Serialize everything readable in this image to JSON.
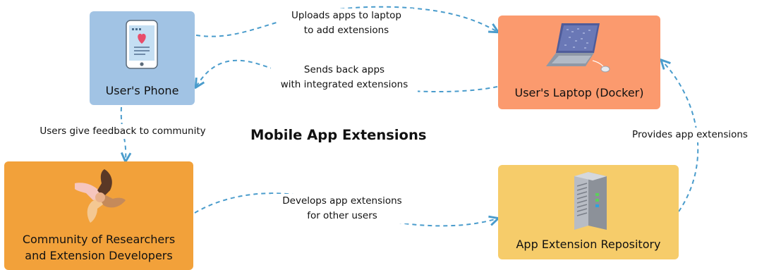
{
  "title": "Mobile App Extensions",
  "nodes": {
    "phone": {
      "label": "User's Phone",
      "color": "#a1c3e4",
      "icon": "smartphone-heart-icon"
    },
    "laptop": {
      "label": "User's Laptop (Docker)",
      "color": "#fb9a6e",
      "icon": "laptop-icon"
    },
    "community": {
      "label_line1": "Community of Researchers",
      "label_line2": "and Extension Developers",
      "color": "#f2a13a",
      "icon": "joined-hands-icon"
    },
    "repository": {
      "label": "App Extension Repository",
      "color": "#f6cc6a",
      "icon": "server-tower-icon"
    }
  },
  "edges": {
    "phone_to_laptop": {
      "line1": "Uploads apps to laptop",
      "line2": "to add extensions"
    },
    "laptop_to_phone": {
      "line1": "Sends back apps",
      "line2": "with integrated extensions"
    },
    "phone_to_community": {
      "label": "Users give feedback to community"
    },
    "community_to_repository": {
      "line1": "Develops app extensions",
      "line2": "for other users"
    },
    "repository_to_laptop": {
      "label": "Provides app extensions"
    }
  },
  "colors": {
    "arrow": "#4a9ccc"
  }
}
